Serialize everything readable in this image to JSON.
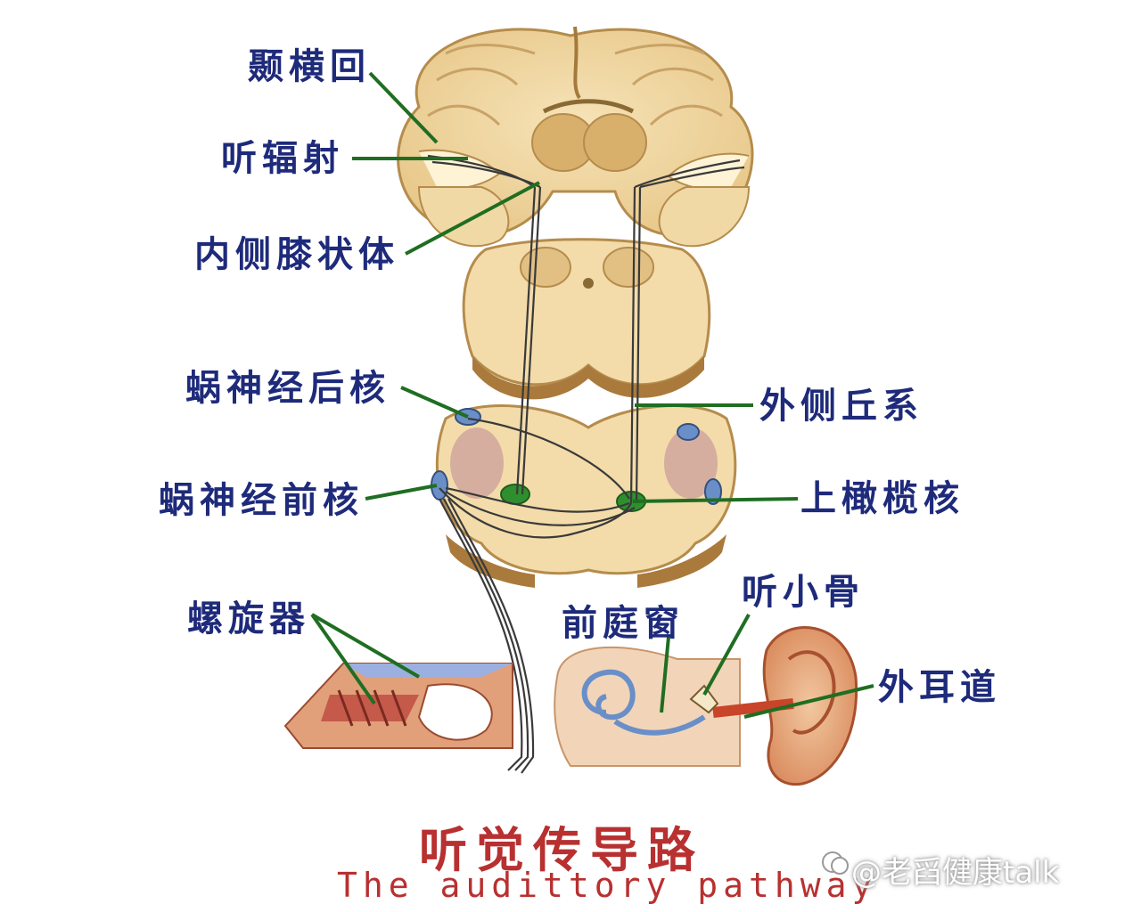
{
  "labels": {
    "temporal_transverse_gyrus": "颞横回",
    "acoustic_radiation": "听辐射",
    "medial_geniculate_body": "内侧膝状体",
    "dorsal_cochlear_nucleus": "蜗神经后核",
    "ventral_cochlear_nucleus": "蜗神经前核",
    "lateral_lemniscus": "外侧丘系",
    "superior_olivary_nucleus": "上橄榄核",
    "spiral_organ": "螺旋器",
    "ossicles": "听小骨",
    "vestibular_window": "前庭窗",
    "external_acoustic_meatus": "外耳道"
  },
  "title": {
    "chinese": "听觉传导路",
    "english": "The audittory pathway"
  },
  "watermark": "@老舀健康talk",
  "colors": {
    "label_text": "#1e2a7a",
    "title_text": "#b83030",
    "leader_line": "#1f6e22",
    "tissue_light": "#f3dcaa",
    "tissue_mid": "#e7c88c",
    "tissue_dark": "#b58c4c",
    "nucleus_green": "#2f8f2f",
    "nucleus_blue": "#6a8fc8",
    "ear_skin": "#e9b78f",
    "ear_canal": "#c8452a"
  }
}
